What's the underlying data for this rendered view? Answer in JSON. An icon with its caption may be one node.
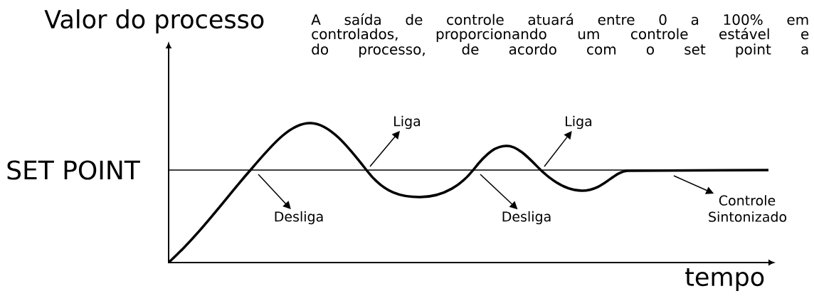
{
  "diagram": {
    "nodes": [
      {
        "text": [
          "Desliga"
        ]
      },
      {
        "text": [
          "Liga"
        ]
      },
      {
        "text": [
          "Desliga"
        ]
      },
      {
        "text": [
          "Liga"
        ]
      },
      {
        "text": [
          "Controle Sintonizado"
        ]
      }
    ],
    "edges": [
      {
        "from": null,
        "to": 0,
        "arrow": "to"
      },
      {
        "from": null,
        "to": 1,
        "arrow": "to"
      },
      {
        "from": null,
        "to": 2,
        "arrow": "to"
      },
      {
        "from": null,
        "to": 3,
        "arrow": "to"
      },
      {
        "from": null,
        "to": 4,
        "arrow": "to"
      }
    ],
    "labels": [
      "Valor do processo",
      "A saída de controle atuará entre 0 a 100% em",
      "controlados, proporcionando um controle estável e",
      "do processo, de acordo com o set point a",
      "SET POINT",
      "tempo"
    ]
  }
}
